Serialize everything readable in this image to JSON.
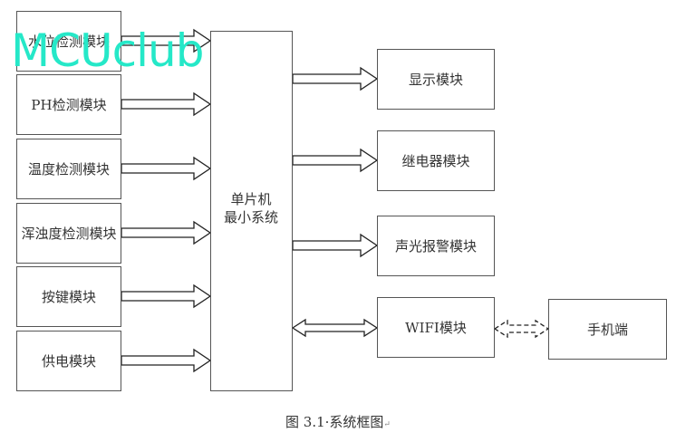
{
  "diagram": {
    "inputs": [
      {
        "label": "水位检测模块"
      },
      {
        "label": "PH检测模块"
      },
      {
        "label": "温度检测模块"
      },
      {
        "label": "浑浊度检测模块"
      },
      {
        "label": "按键模块"
      },
      {
        "label": "供电模块"
      }
    ],
    "mcu": {
      "line1": "单片机",
      "line2": "最小系统"
    },
    "outputs": [
      {
        "label": "显示模块"
      },
      {
        "label": "继电器模块"
      },
      {
        "label": "声光报警模块"
      },
      {
        "label": "WIFI模块"
      }
    ],
    "phone": {
      "label": "手机端"
    },
    "caption": {
      "text": "图 3.1·系统框图",
      "mark": "↵"
    }
  },
  "watermark": {
    "text": "MCUclub",
    "color": "#25e8c8"
  }
}
